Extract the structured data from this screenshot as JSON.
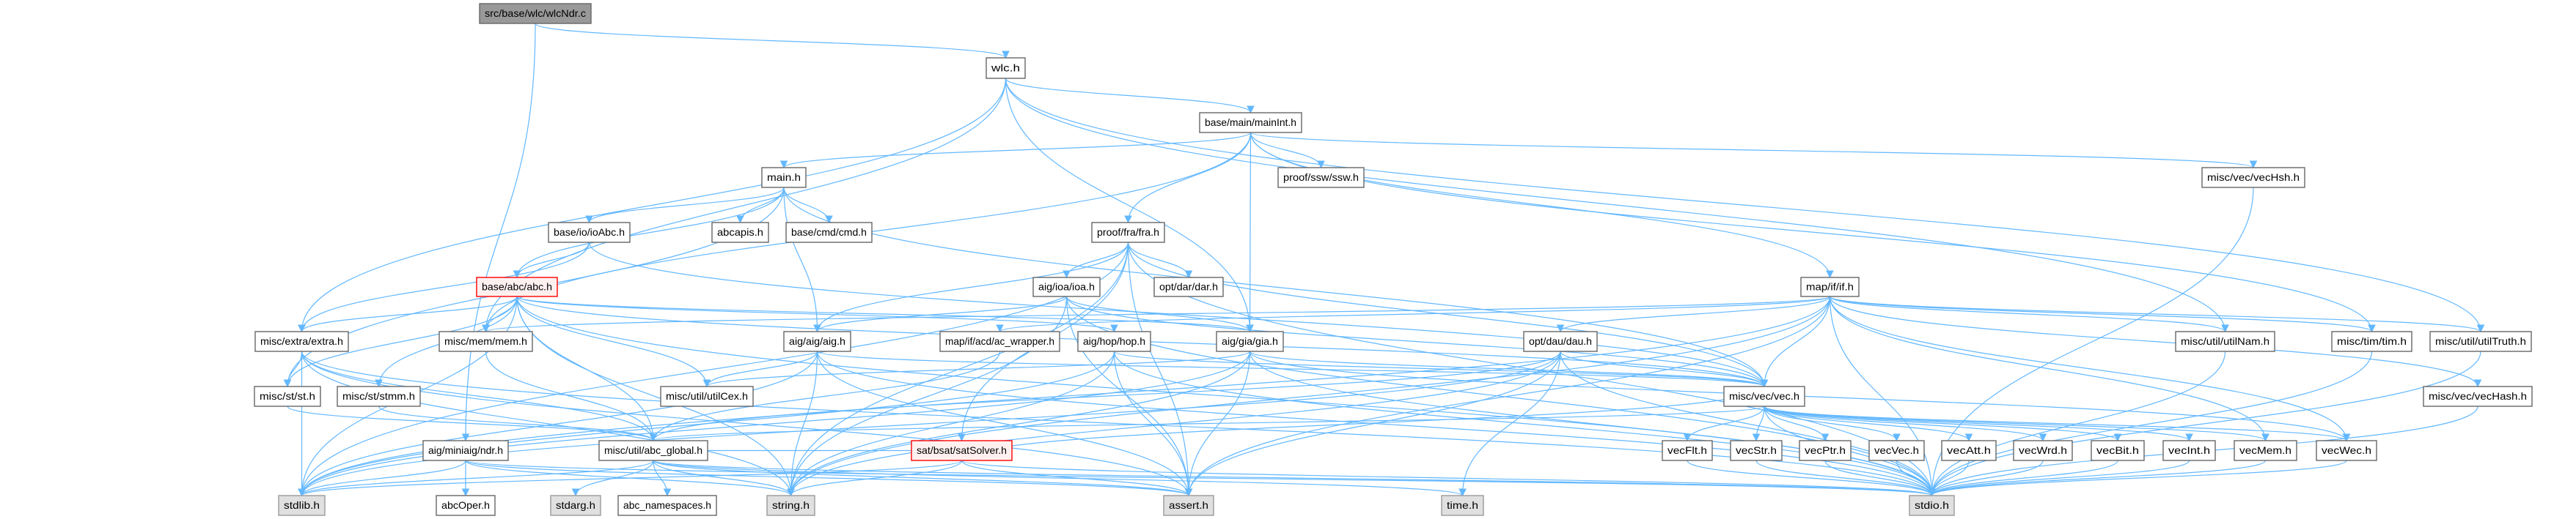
{
  "colors": {
    "edge": "#63b8ff",
    "root_fill": "#999999",
    "system_fill": "#e0e0e0",
    "highlight_border": "#ff0000",
    "highlight_fill": "#fff0f0"
  },
  "nodes": [
    {
      "id": "wlcNdr",
      "label": "src/base/wlc/wlcNdr.c",
      "kind": "root"
    },
    {
      "id": "wlc",
      "label": "wlc.h",
      "kind": "default"
    },
    {
      "id": "mainInt",
      "label": "base/main/mainInt.h",
      "kind": "default"
    },
    {
      "id": "main",
      "label": "main.h",
      "kind": "default"
    },
    {
      "id": "ssw",
      "label": "proof/ssw/ssw.h",
      "kind": "default"
    },
    {
      "id": "vecHsh",
      "label": "misc/vec/vecHsh.h",
      "kind": "default"
    },
    {
      "id": "abcapis",
      "label": "abcapis.h",
      "kind": "default"
    },
    {
      "id": "cmd",
      "label": "base/cmd/cmd.h",
      "kind": "default"
    },
    {
      "id": "fra",
      "label": "proof/fra/fra.h",
      "kind": "default"
    },
    {
      "id": "ioAbc",
      "label": "base/io/ioAbc.h",
      "kind": "default"
    },
    {
      "id": "abc",
      "label": "base/abc/abc.h",
      "kind": "highlight"
    },
    {
      "id": "ioa",
      "label": "aig/ioa/ioa.h",
      "kind": "default"
    },
    {
      "id": "dar",
      "label": "opt/dar/dar.h",
      "kind": "default"
    },
    {
      "id": "if",
      "label": "map/if/if.h",
      "kind": "default"
    },
    {
      "id": "extra",
      "label": "misc/extra/extra.h",
      "kind": "default"
    },
    {
      "id": "mem",
      "label": "misc/mem/mem.h",
      "kind": "default"
    },
    {
      "id": "aig",
      "label": "aig/aig/aig.h",
      "kind": "default"
    },
    {
      "id": "acw",
      "label": "map/if/acd/ac_wrapper.h",
      "kind": "default"
    },
    {
      "id": "hop",
      "label": "aig/hop/hop.h",
      "kind": "default"
    },
    {
      "id": "gia",
      "label": "aig/gia/gia.h",
      "kind": "default"
    },
    {
      "id": "dau",
      "label": "opt/dau/dau.h",
      "kind": "default"
    },
    {
      "id": "utilNam",
      "label": "misc/util/utilNam.h",
      "kind": "default"
    },
    {
      "id": "tim",
      "label": "misc/tim/tim.h",
      "kind": "default"
    },
    {
      "id": "utilTruth",
      "label": "misc/util/utilTruth.h",
      "kind": "default"
    },
    {
      "id": "st",
      "label": "misc/st/st.h",
      "kind": "default"
    },
    {
      "id": "stmm",
      "label": "misc/st/stmm.h",
      "kind": "default"
    },
    {
      "id": "utilCex",
      "label": "misc/util/utilCex.h",
      "kind": "default"
    },
    {
      "id": "vec",
      "label": "misc/vec/vec.h",
      "kind": "default"
    },
    {
      "id": "vecHash",
      "label": "misc/vec/vecHash.h",
      "kind": "default"
    },
    {
      "id": "ndr",
      "label": "aig/miniaig/ndr.h",
      "kind": "default"
    },
    {
      "id": "abcGlobal",
      "label": "misc/util/abc_global.h",
      "kind": "default"
    },
    {
      "id": "satSolver",
      "label": "sat/bsat/satSolver.h",
      "kind": "highlight"
    },
    {
      "id": "vecFlt",
      "label": "vecFlt.h",
      "kind": "default"
    },
    {
      "id": "vecStr",
      "label": "vecStr.h",
      "kind": "default"
    },
    {
      "id": "vecPtr",
      "label": "vecPtr.h",
      "kind": "default"
    },
    {
      "id": "vecVec",
      "label": "vecVec.h",
      "kind": "default"
    },
    {
      "id": "vecAtt",
      "label": "vecAtt.h",
      "kind": "default"
    },
    {
      "id": "vecWrd",
      "label": "vecWrd.h",
      "kind": "default"
    },
    {
      "id": "vecBit",
      "label": "vecBit.h",
      "kind": "default"
    },
    {
      "id": "vecInt",
      "label": "vecInt.h",
      "kind": "default"
    },
    {
      "id": "vecMem",
      "label": "vecMem.h",
      "kind": "default"
    },
    {
      "id": "vecWec",
      "label": "vecWec.h",
      "kind": "default"
    },
    {
      "id": "stdlib",
      "label": "stdlib.h",
      "kind": "system"
    },
    {
      "id": "abcOper",
      "label": "abcOper.h",
      "kind": "default"
    },
    {
      "id": "stdarg",
      "label": "stdarg.h",
      "kind": "system"
    },
    {
      "id": "abcNs",
      "label": "abc_namespaces.h",
      "kind": "default"
    },
    {
      "id": "string",
      "label": "string.h",
      "kind": "system"
    },
    {
      "id": "assert",
      "label": "assert.h",
      "kind": "system"
    },
    {
      "id": "time",
      "label": "time.h",
      "kind": "system"
    },
    {
      "id": "stdio",
      "label": "stdio.h",
      "kind": "system"
    }
  ],
  "edges": [
    [
      "wlcNdr",
      "wlc"
    ],
    [
      "wlcNdr",
      "ndr"
    ],
    [
      "wlc",
      "mainInt"
    ],
    [
      "wlc",
      "extra"
    ],
    [
      "wlc",
      "mem"
    ],
    [
      "wlc",
      "gia"
    ],
    [
      "wlc",
      "utilNam"
    ],
    [
      "wlc",
      "utilTruth"
    ],
    [
      "mainInt",
      "main"
    ],
    [
      "mainInt",
      "fra"
    ],
    [
      "mainInt",
      "ssw"
    ],
    [
      "mainInt",
      "gia"
    ],
    [
      "mainInt",
      "vecHsh"
    ],
    [
      "mainInt",
      "if"
    ],
    [
      "mainInt",
      "tim"
    ],
    [
      "mainInt",
      "mem"
    ],
    [
      "main",
      "abc"
    ],
    [
      "main",
      "ioAbc"
    ],
    [
      "main",
      "abcapis"
    ],
    [
      "main",
      "cmd"
    ],
    [
      "main",
      "st"
    ],
    [
      "main",
      "vec"
    ],
    [
      "main",
      "aig"
    ],
    [
      "ioAbc",
      "abc"
    ],
    [
      "ioAbc",
      "extra"
    ],
    [
      "ioAbc",
      "vec"
    ],
    [
      "fra",
      "ioa"
    ],
    [
      "fra",
      "dar"
    ],
    [
      "fra",
      "aig"
    ],
    [
      "fra",
      "satSolver"
    ],
    [
      "fra",
      "vec"
    ],
    [
      "fra",
      "stdlib"
    ],
    [
      "fra",
      "string"
    ],
    [
      "fra",
      "assert"
    ],
    [
      "fra",
      "stdio"
    ],
    [
      "abc",
      "extra"
    ],
    [
      "abc",
      "mem"
    ],
    [
      "abc",
      "st"
    ],
    [
      "abc",
      "stmm"
    ],
    [
      "abc",
      "utilCex"
    ],
    [
      "abc",
      "hop"
    ],
    [
      "abc",
      "gia"
    ],
    [
      "abc",
      "vec"
    ],
    [
      "abc",
      "abcGlobal"
    ],
    [
      "abc",
      "stdlib"
    ],
    [
      "abc",
      "stdio"
    ],
    [
      "abc",
      "string"
    ],
    [
      "ioa",
      "aig"
    ],
    [
      "ioa",
      "gia"
    ],
    [
      "ioa",
      "vec"
    ],
    [
      "ioa",
      "stdio"
    ],
    [
      "ioa",
      "string"
    ],
    [
      "ioa",
      "assert"
    ],
    [
      "if",
      "vec"
    ],
    [
      "if",
      "mem"
    ],
    [
      "if",
      "tim"
    ],
    [
      "if",
      "utilNam"
    ],
    [
      "if",
      "utilTruth"
    ],
    [
      "if",
      "vecMem"
    ],
    [
      "if",
      "vecWec"
    ],
    [
      "if",
      "dau"
    ],
    [
      "if",
      "acw"
    ],
    [
      "if",
      "vecHash"
    ],
    [
      "if",
      "stdio"
    ],
    [
      "if",
      "stdlib"
    ],
    [
      "if",
      "string"
    ],
    [
      "if",
      "assert"
    ],
    [
      "extra",
      "st"
    ],
    [
      "extra",
      "abcGlobal"
    ],
    [
      "extra",
      "stdio"
    ],
    [
      "extra",
      "stdlib"
    ],
    [
      "extra",
      "string"
    ],
    [
      "extra",
      "assert"
    ],
    [
      "mem",
      "abcGlobal"
    ],
    [
      "st",
      "abcGlobal"
    ],
    [
      "stmm",
      "abcGlobal"
    ],
    [
      "aig",
      "vec"
    ],
    [
      "aig",
      "utilCex"
    ],
    [
      "aig",
      "stdio"
    ],
    [
      "aig",
      "stdlib"
    ],
    [
      "aig",
      "string"
    ],
    [
      "aig",
      "assert"
    ],
    [
      "acw",
      "abcGlobal"
    ],
    [
      "hop",
      "vec"
    ],
    [
      "hop",
      "stdio"
    ],
    [
      "hop",
      "stdlib"
    ],
    [
      "hop",
      "string"
    ],
    [
      "hop",
      "assert"
    ],
    [
      "gia",
      "vec"
    ],
    [
      "gia",
      "utilCex"
    ],
    [
      "gia",
      "vecWec"
    ],
    [
      "gia",
      "stdio"
    ],
    [
      "gia",
      "stdlib"
    ],
    [
      "gia",
      "string"
    ],
    [
      "gia",
      "assert"
    ],
    [
      "dau",
      "vec"
    ],
    [
      "dau",
      "time"
    ],
    [
      "dau",
      "stdio"
    ],
    [
      "dau",
      "stdlib"
    ],
    [
      "dau",
      "string"
    ],
    [
      "dau",
      "assert"
    ],
    [
      "dau",
      "abcGlobal"
    ],
    [
      "ndr",
      "abcOper"
    ],
    [
      "ndr",
      "stdio"
    ],
    [
      "ndr",
      "stdlib"
    ],
    [
      "ndr",
      "string"
    ],
    [
      "ndr",
      "assert"
    ],
    [
      "abcGlobal",
      "stdio"
    ],
    [
      "abcGlobal",
      "stdlib"
    ],
    [
      "abcGlobal",
      "assert"
    ],
    [
      "abcGlobal",
      "time"
    ],
    [
      "abcGlobal",
      "stdarg"
    ],
    [
      "abcGlobal",
      "abcNs"
    ],
    [
      "abcGlobal",
      "string"
    ],
    [
      "satSolver",
      "vec"
    ],
    [
      "satSolver",
      "abcGlobal"
    ],
    [
      "satSolver",
      "stdio"
    ],
    [
      "satSolver",
      "stdlib"
    ],
    [
      "satSolver",
      "string"
    ],
    [
      "satSolver",
      "assert"
    ],
    [
      "vec",
      "vecFlt"
    ],
    [
      "vec",
      "vecStr"
    ],
    [
      "vec",
      "vecPtr"
    ],
    [
      "vec",
      "vecVec"
    ],
    [
      "vec",
      "vecAtt"
    ],
    [
      "vec",
      "vecWrd"
    ],
    [
      "vec",
      "vecBit"
    ],
    [
      "vec",
      "vecInt"
    ],
    [
      "vec",
      "vecMem"
    ],
    [
      "vec",
      "vecWec"
    ],
    [
      "vec",
      "abcGlobal"
    ],
    [
      "vec",
      "stdio"
    ],
    [
      "vecFlt",
      "stdio"
    ],
    [
      "vecStr",
      "stdio"
    ],
    [
      "vecPtr",
      "stdio"
    ],
    [
      "vecVec",
      "stdio"
    ],
    [
      "vecAtt",
      "stdio"
    ],
    [
      "vecWrd",
      "stdio"
    ],
    [
      "vecBit",
      "stdio"
    ],
    [
      "vecInt",
      "stdio"
    ],
    [
      "vecMem",
      "stdio"
    ],
    [
      "vecWec",
      "stdio"
    ],
    [
      "vecHsh",
      "stdio"
    ],
    [
      "vecHash",
      "stdio"
    ],
    [
      "tim",
      "stdio"
    ],
    [
      "utilNam",
      "stdio"
    ],
    [
      "utilTruth",
      "stdio"
    ]
  ]
}
